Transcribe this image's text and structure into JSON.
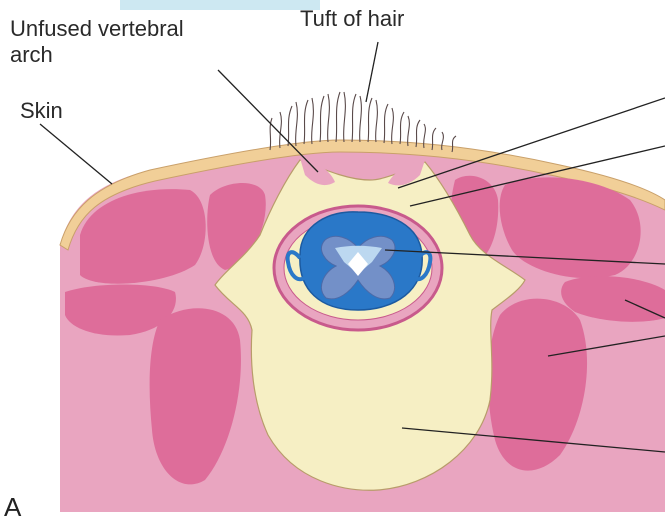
{
  "labels": {
    "unfused_arch": "Unfused vertebral\narch",
    "tuft_of_hair": "Tuft of hair",
    "skin": "Skin",
    "panel_letter": "A"
  },
  "colors": {
    "body_pink": "#e9a5c0",
    "muscle": "#de6d9a",
    "skin_tan": "#f1cf98",
    "cartilage_cream": "#f6efc4",
    "dura_rim": "#c85a8c",
    "cord_blue": "#2a78c8",
    "grey_matter": "#7390c8",
    "hair": "#5a4a4a"
  }
}
